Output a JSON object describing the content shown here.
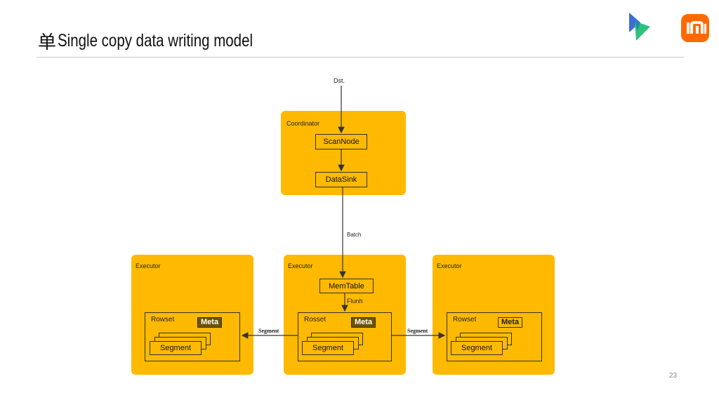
{
  "slide": {
    "title_glyph": "单",
    "title": "Single copy data writing model",
    "page_number": "23"
  },
  "diagram": {
    "source_label": "Dst.",
    "coordinator": {
      "label": "Coordinator",
      "scan_node": "ScanNode",
      "data_sink": "DataSink"
    },
    "batch_label": "Batch",
    "flush_label": "Flunh",
    "segment_edge_label": "Segment",
    "executors": [
      {
        "label": "Executor",
        "rowset": "Rowset",
        "meta": "Meta",
        "segment": "Segment"
      },
      {
        "label": "Executor",
        "memtable": "MemTable",
        "rowset": "Rosset",
        "meta": "Meta",
        "segment": "Segment"
      },
      {
        "label": "Executor",
        "rowset": "Rowset",
        "meta": "Meta",
        "segment": "Segment"
      }
    ]
  },
  "colors": {
    "box_fill": "#ffb900",
    "meta_dark": "#6e5200",
    "logo_blue": "#3f6bd8",
    "logo_green": "#2ec27e",
    "logo_orange": "#ff6a00"
  }
}
